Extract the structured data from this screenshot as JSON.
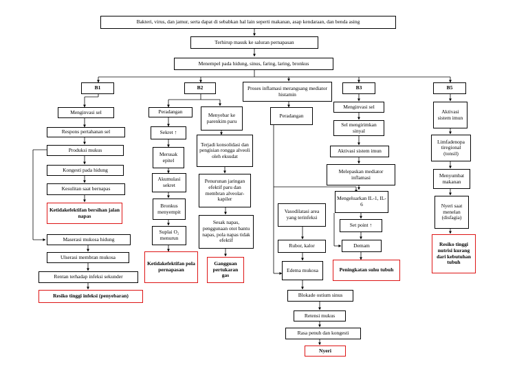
{
  "top": {
    "cause": "Bakteri, virus, dan jamur, serta dapat di sebabkan hal lain seperti makanan, asap kendaraan, dan benda asing",
    "inhaled": "Terhirup masuk ke saluran pernapasan",
    "attach": "Menempel pada hidung, sinus, faring, laring, bronkus"
  },
  "branches": {
    "b1": "B1",
    "b2": "B2",
    "center": "Proses inflamasi merangsang mediator histamin",
    "b3": "B3",
    "b5": "B5"
  },
  "b1_column": [
    "Menginvasi sel",
    "Respons pertahanan sel",
    "Produksi mukus",
    "Kongesti pada hidung",
    "Kesulitan saat bernapas",
    "Ketidakefektifan bersihan jalan napas",
    "Maserasi mukosa hidung",
    "Ulserasi membran mukosa",
    "Rentan terhadap infeksi sekunder",
    "Resiko tinggi infeksi (penyebaran)"
  ],
  "b2_left": [
    "Peradangan",
    "Sekret ↑",
    "Merusak epitel",
    "Akumulasi sekret",
    "Bronkus menyempit",
    "Suplai O₂ menurun",
    "Ketidakefektifan pola pernapasan"
  ],
  "b2_right": [
    "Menyebar ke parenkim paru",
    "Terjadi konsolidasi dan pengisian rongga alveoli oleh eksudat",
    "Penurunan jaringan efektif paru dan membran alveolar-kapiler",
    "Sesak napas, penggunaan otot bantu napas, pola napas tidak efektif",
    "Gangguan pertukaran gas"
  ],
  "center_column": {
    "peradangan": "Peradangan",
    "vasodilatasi": "Vasodilatasi area yang terinfeksi",
    "rubor": "Rubor, kalor",
    "edema": "Edema mukosa",
    "blokade": "Blokade ostium sinus",
    "retensi": "Retensi mukus",
    "rasa": "Rasa penuh dan kongesti",
    "nyeri": "Nyeri"
  },
  "b3_column": [
    "Menginvasi sel",
    "Sel mengirimkan sinyal",
    "Aktivasi sistem imun",
    "Melepaskan mediator inflamasi",
    "Mengeluarkan IL-1, IL-6",
    "Set point ↑",
    "Demam",
    "Peningkatan suhu tubuh"
  ],
  "b5_column": [
    "Aktivasi sistem imun",
    "Limfadenopa tiregional (tonsil)",
    "Menyumbat makanan",
    "Nyeri saat menelan (disfagia)",
    "Resiko tinggi nutrisi kurang dari kebutuhan tubuh"
  ]
}
